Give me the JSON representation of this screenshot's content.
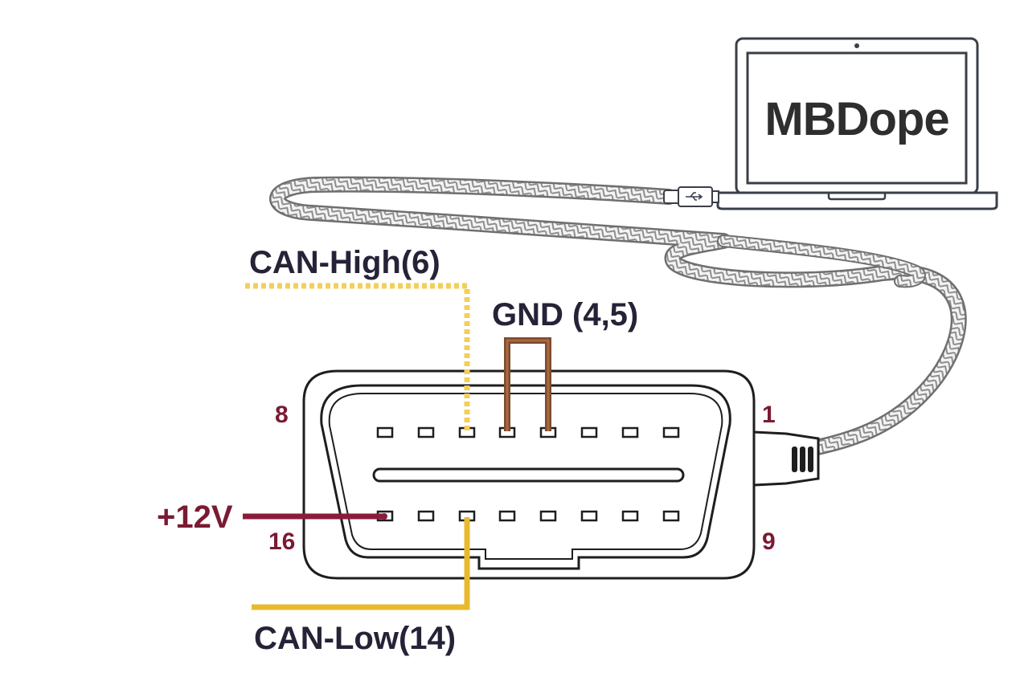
{
  "laptop": {
    "screen_logo": "MBDope"
  },
  "labels": {
    "can_high": "CAN-High(6)",
    "gnd": "GND (4,5)",
    "can_low": "CAN-Low(14)",
    "v12": "+12V"
  },
  "pin_numbers": {
    "top_left": "8",
    "top_right": "1",
    "bottom_left": "16",
    "bottom_right": "9"
  },
  "colors": {
    "can_high": "#f2cf5b",
    "can_low": "#e8b92e",
    "gnd": "#7e4a2c",
    "v12": "#8a1c3a",
    "outline": "#1e1e1e",
    "cable": "#8c8c8c"
  },
  "icons": {
    "usb": "usb-icon"
  }
}
